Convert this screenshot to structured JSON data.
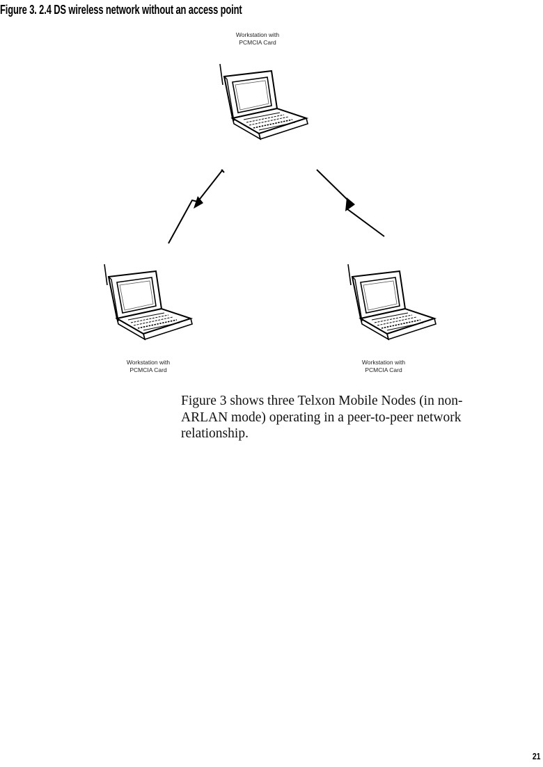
{
  "figure": {
    "title": "Figure 3. 2.4 DS wireless network without an access point"
  },
  "nodes": [
    {
      "label_line1": "Workstation with",
      "label_line2": "PCMCIA Card"
    },
    {
      "label_line1": "Workstation with",
      "label_line2": "PCMCIA Card"
    },
    {
      "label_line1": "Workstation with",
      "label_line2": "PCMCIA Card"
    }
  ],
  "caption": "Figure 3 shows three Telxon Mobile Nodes (in non-ARLAN mode) operating in a peer-to-peer network relationship.",
  "page_number": "21"
}
